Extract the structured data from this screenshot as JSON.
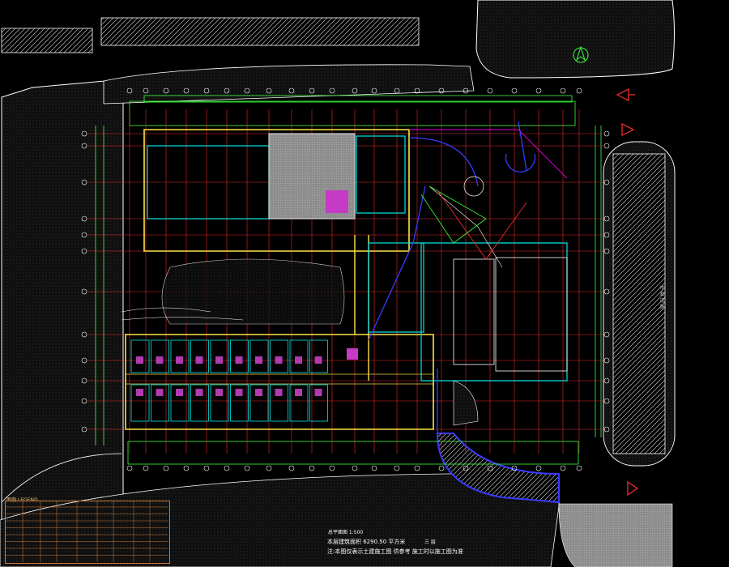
{
  "drawing": {
    "plan_title": "总平面图 1:500",
    "area_note": "本层建筑面积 6290.50 平方米",
    "area_suffix": "三 层",
    "note_line": "注:本图仅表示土建施工图 供参考 施工时以施工图为准",
    "side_road_label": "市 政 道 路",
    "legend_title": "图例 LEGEND"
  },
  "colors": {
    "background": "#000000",
    "grid": "#ff3030",
    "walls": "#00e5e5",
    "dims": "#3cff3c",
    "fill": "#9a9a9a",
    "curves": "#3a3aff",
    "magenta": "#e000e0",
    "yellow": "#ffe24a",
    "white": "#ffffff",
    "legend_border": "#c97a3a"
  },
  "icons": [
    "north-arrow-icon",
    "section-marker-icon"
  ]
}
